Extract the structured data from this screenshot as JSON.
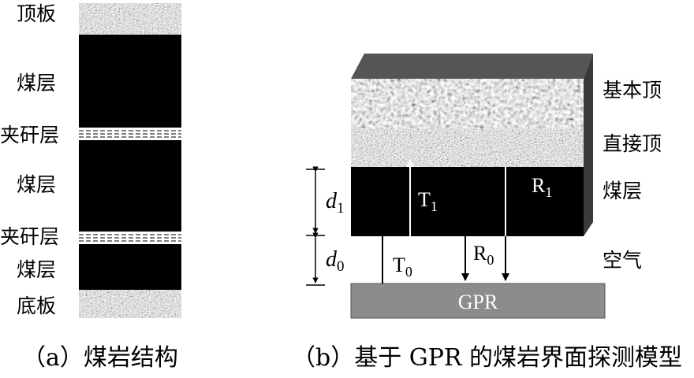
{
  "panel_a": {
    "layers": {
      "roof": "顶板",
      "coal_1": "煤层",
      "gangue_1": "夹矸层",
      "coal_2": "煤层",
      "gangue_2": "夹矸层",
      "coal_3": "煤层",
      "floor": "底板"
    },
    "caption": "（a）煤岩结构"
  },
  "panel_b": {
    "layers": {
      "main_roof": "基本顶",
      "immediate_roof": "直接顶",
      "coal": "煤层",
      "air": "空气"
    },
    "device_label": "GPR",
    "d1_label": "d",
    "d1_sub": "1",
    "d0_label": "d",
    "d0_sub": "0",
    "t1_label": "T",
    "t1_sub": "1",
    "r1_label": "R",
    "r1_sub": "1",
    "t0_label": "T",
    "t0_sub": "0",
    "r0_label": "R",
    "r0_sub": "0",
    "caption": "（b）基于 GPR 的煤岩界面探测模型"
  },
  "colors": {
    "coal": "#000000",
    "rock": "#9a9a9a",
    "gpr": "#8c8c8c",
    "block_top": "#555555",
    "block_side": "#3a3a3a"
  }
}
